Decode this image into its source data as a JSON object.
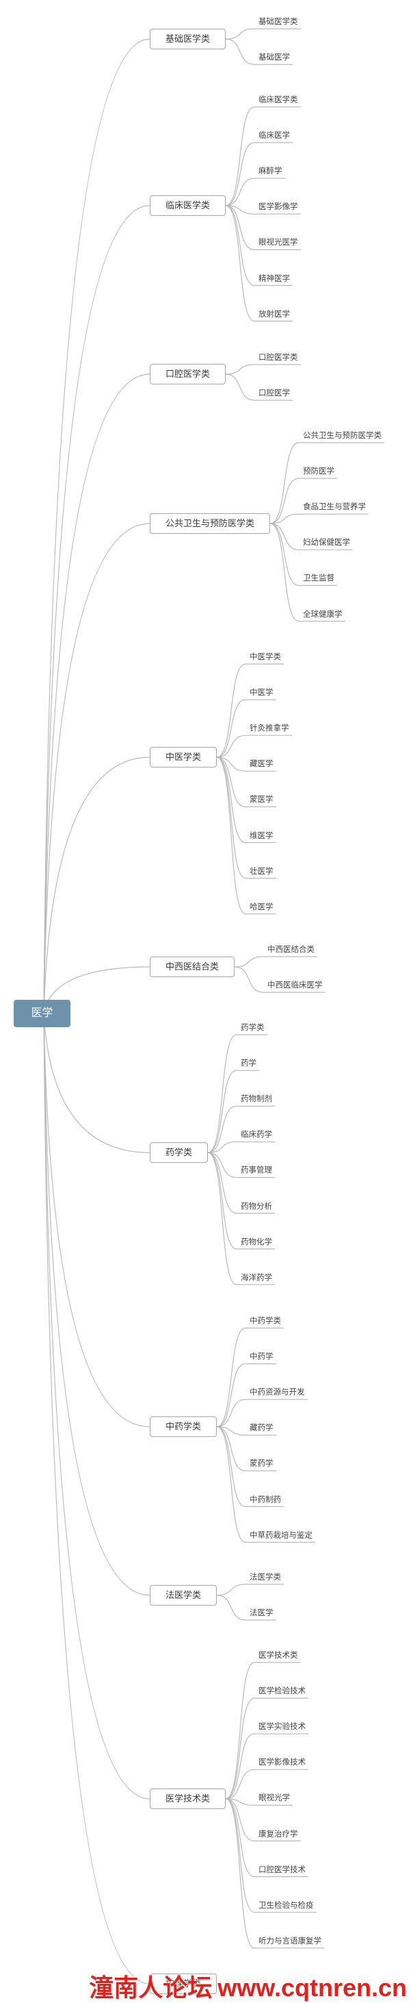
{
  "root": {
    "label": "医学"
  },
  "categories": [
    {
      "label": "基础医学类",
      "items": [
        "基础医学类",
        "基础医学"
      ]
    },
    {
      "label": "临床医学类",
      "items": [
        "临床医学类",
        "临床医学",
        "麻醉学",
        "医学影像学",
        "眼视光医学",
        "精神医学",
        "放射医学"
      ]
    },
    {
      "label": "口腔医学类",
      "items": [
        "口腔医学类",
        "口腔医学"
      ]
    },
    {
      "label": "公共卫生与预防医学类",
      "items": [
        "公共卫生与预防医学类",
        "预防医学",
        "食品卫生与营养学",
        "妇幼保健医学",
        "卫生监督",
        "全球健康学"
      ]
    },
    {
      "label": "中医学类",
      "items": [
        "中医学类",
        "中医学",
        "针灸推拿学",
        "藏医学",
        "蒙医学",
        "维医学",
        "壮医学",
        "哈医学"
      ]
    },
    {
      "label": "中西医结合类",
      "items": [
        "中西医结合类",
        "中西医临床医学"
      ]
    },
    {
      "label": "药学类",
      "items": [
        "药学类",
        "药学",
        "药物制剂",
        "临床药学",
        "药事管理",
        "药物分析",
        "药物化学",
        "海洋药学"
      ]
    },
    {
      "label": "中药学类",
      "items": [
        "中药学类",
        "中药学",
        "中药资源与开发",
        "藏药学",
        "蒙药学",
        "中药制药",
        "中草药栽培与鉴定"
      ]
    },
    {
      "label": "法医学类",
      "items": [
        "法医学类",
        "法医学"
      ]
    },
    {
      "label": "医学技术类",
      "items": [
        "医学技术类",
        "医学检验技术",
        "医学实验技术",
        "医学影像技术",
        "眼视光学",
        "康复治疗学",
        "口腔医学技术",
        "卫生检验与检疫",
        "听力与言语康复学"
      ]
    },
    {
      "label": "护理学类",
      "items": []
    }
  ],
  "watermark": {
    "site_name": "潼南人论坛",
    "url": "www.cqtnren.cn"
  },
  "colors": {
    "root_fill": "#6f92ab",
    "root_text": "#ffffff",
    "line": "#b9b9b9",
    "category_border": "#a6a6a6",
    "watermark": "#e3211c"
  }
}
